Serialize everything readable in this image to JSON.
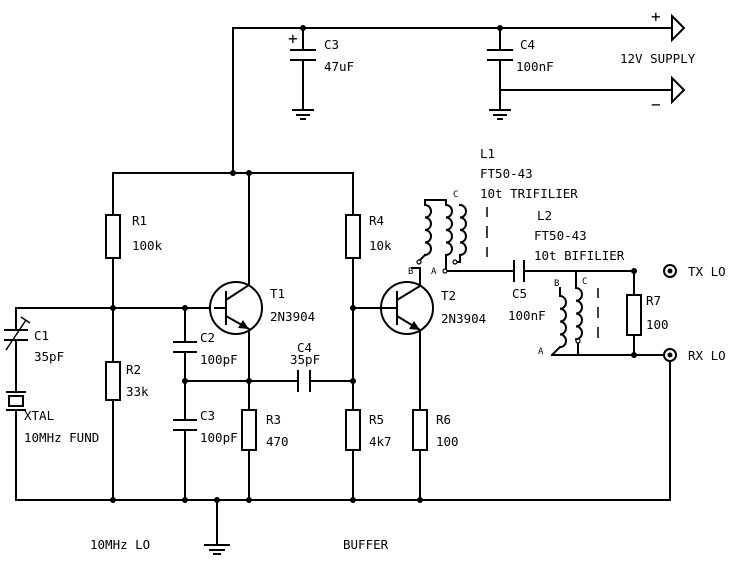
{
  "components": {
    "c1": {
      "ref": "C1",
      "value": "35pF"
    },
    "xtal": {
      "ref": "XTAL",
      "value": "10MHz FUND"
    },
    "r1": {
      "ref": "R1",
      "value": "100k"
    },
    "r2": {
      "ref": "R2",
      "value": "33k"
    },
    "c2": {
      "ref": "C2",
      "value": "100pF"
    },
    "c3b": {
      "ref": "C3",
      "value": "100pF"
    },
    "t1": {
      "ref": "T1",
      "value": "2N3904"
    },
    "r3": {
      "ref": "R3",
      "value": "470"
    },
    "c4b": {
      "ref": "C4",
      "value": "35pF"
    },
    "c3t": {
      "ref": "C3",
      "value": "47uF"
    },
    "c4t": {
      "ref": "C4",
      "value": "100nF"
    },
    "r4": {
      "ref": "R4",
      "value": "10k"
    },
    "r5": {
      "ref": "R5",
      "value": "4k7"
    },
    "t2": {
      "ref": "T2",
      "value": "2N3904"
    },
    "r6": {
      "ref": "R6",
      "value": "100"
    },
    "l1": {
      "ref": "L1",
      "value": "FT50-43",
      "note": "10t TRIFILIER"
    },
    "c5": {
      "ref": "C5",
      "value": "100nF"
    },
    "l2": {
      "ref": "L2",
      "value": "FT50-43",
      "note": "10t BIFILIER"
    },
    "r7": {
      "ref": "R7",
      "value": "100"
    }
  },
  "pins": {
    "a": "A",
    "b": "B",
    "c": "C"
  },
  "polarity": {
    "plus": "+",
    "minus": "−"
  },
  "ports": {
    "supply": "12V SUPPLY",
    "tx": "TX LO",
    "rx": "RX LO"
  },
  "sections": {
    "osc": "10MHz LO",
    "buf": "BUFFER"
  }
}
